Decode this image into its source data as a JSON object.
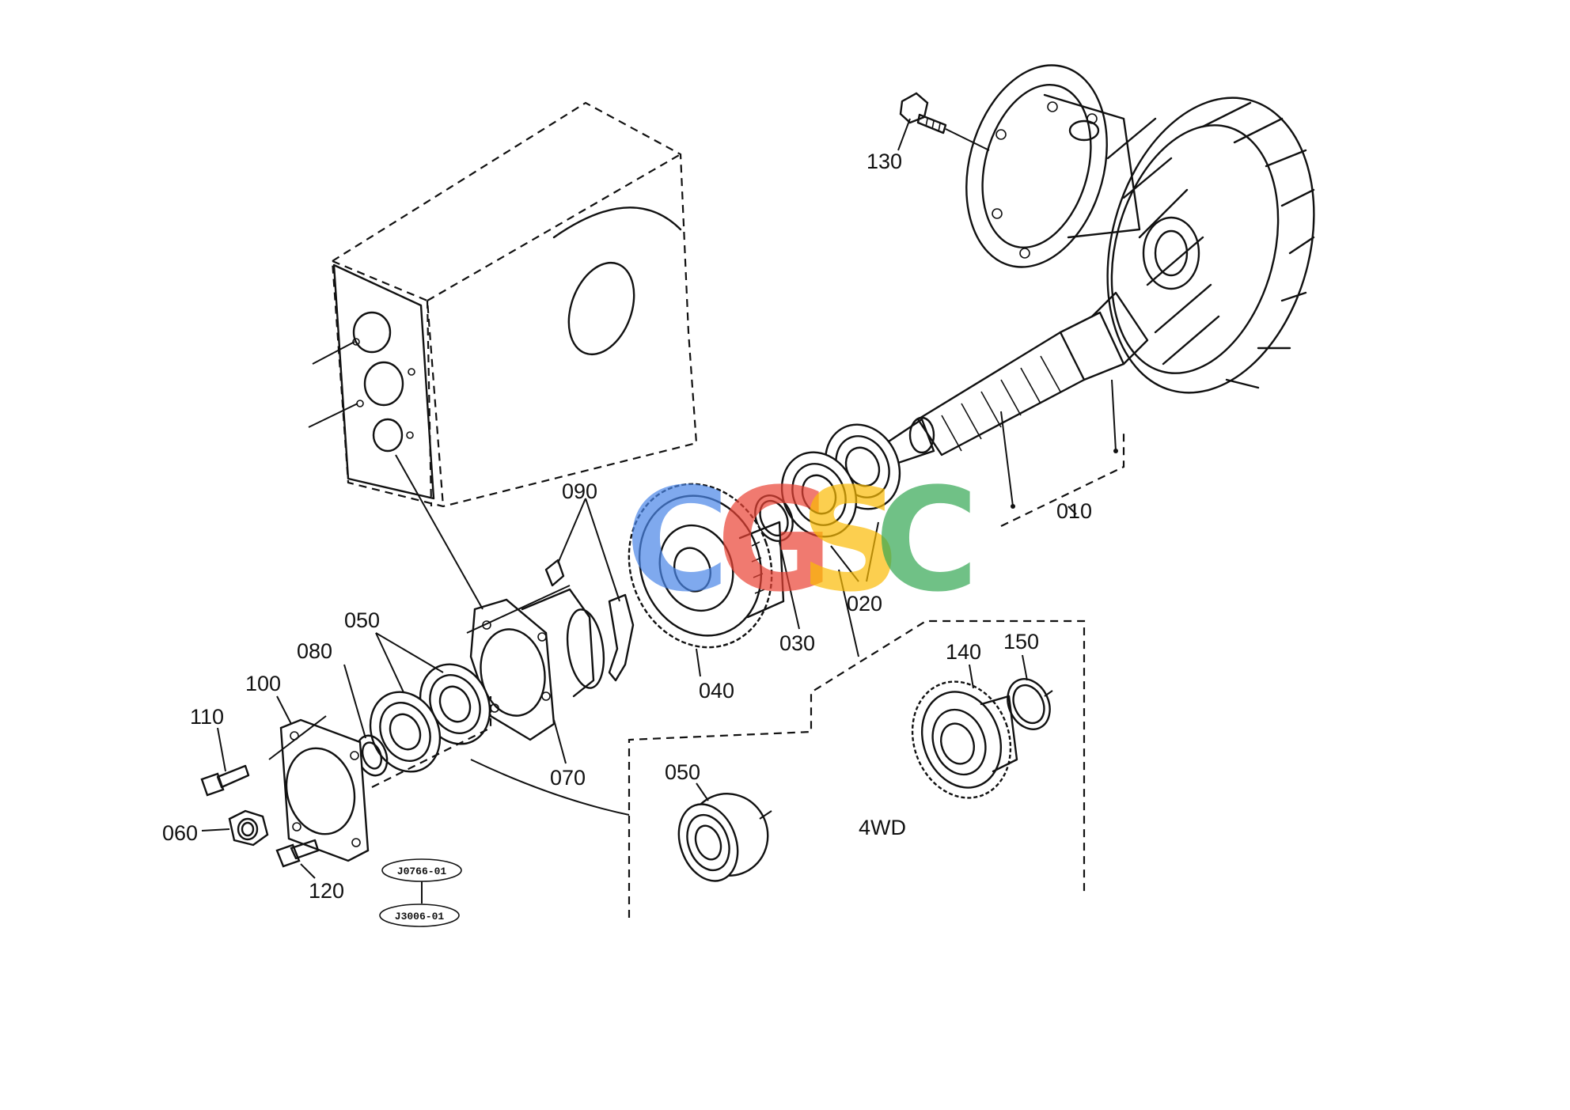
{
  "labels": {
    "p010": "010",
    "p020": "020",
    "p030": "030",
    "p040": "040",
    "p050a": "050",
    "p050b": "050",
    "p060": "060",
    "p070": "070",
    "p080": "080",
    "p090": "090",
    "p100": "100",
    "p110": "110",
    "p120": "120",
    "p130": "130",
    "p140": "140",
    "p150": "150",
    "variant": "4WD"
  },
  "refs": {
    "ref1": "J0766-01",
    "ref2": "J3006-01"
  },
  "watermark": {
    "letters": [
      "C",
      "G",
      "S",
      "C"
    ],
    "colors": [
      "#4a86e8",
      "#ea4335",
      "#fbbc05",
      "#34a853"
    ]
  }
}
